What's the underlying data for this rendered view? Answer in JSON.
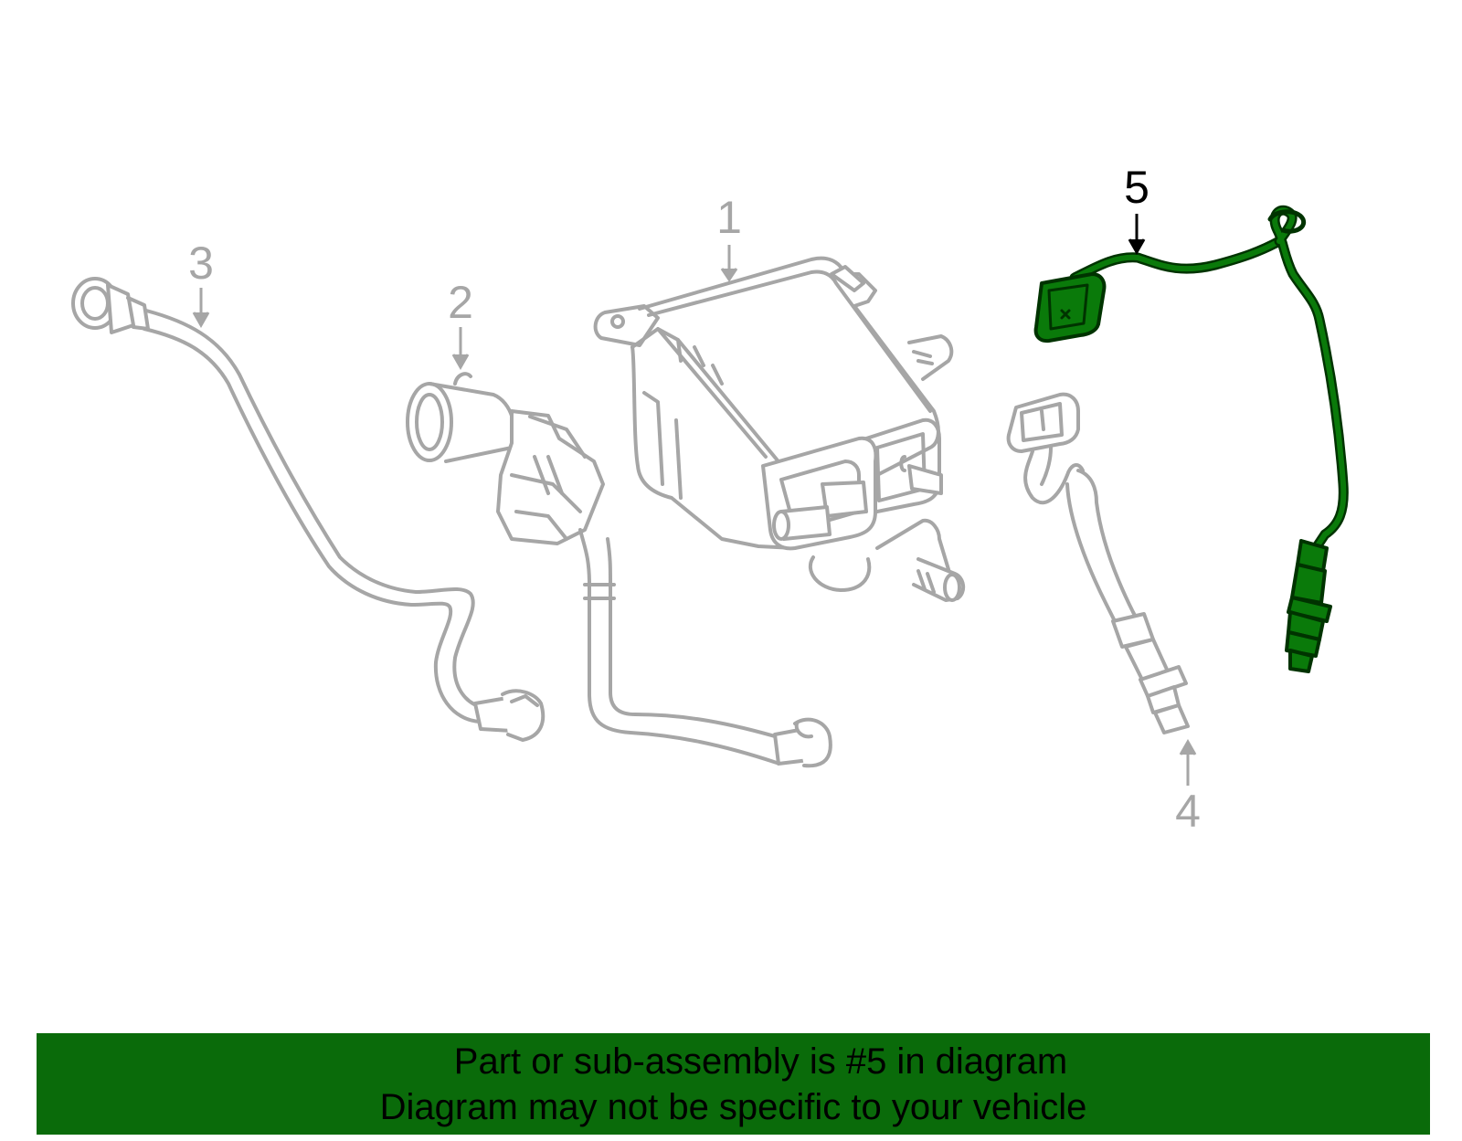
{
  "colors": {
    "background": "#ffffff",
    "inactive_part": "#a6a6a6",
    "highlight_part": "#006400",
    "highlight_fill": "#0a7a0a",
    "callout_highlight": "#000000",
    "banner_background": "#0a6b0a",
    "banner_text": "#000000"
  },
  "highlighted_part": "5",
  "callouts": [
    {
      "id": "1",
      "label": "1",
      "highlighted": false
    },
    {
      "id": "2",
      "label": "2",
      "highlighted": false
    },
    {
      "id": "3",
      "label": "3",
      "highlighted": false
    },
    {
      "id": "4",
      "label": "4",
      "highlighted": false
    },
    {
      "id": "5",
      "label": "5",
      "highlighted": true
    }
  ],
  "banner": {
    "line1": "Part or sub-assembly is #5 in diagram",
    "line2": "Diagram may not be specific to your vehicle"
  }
}
